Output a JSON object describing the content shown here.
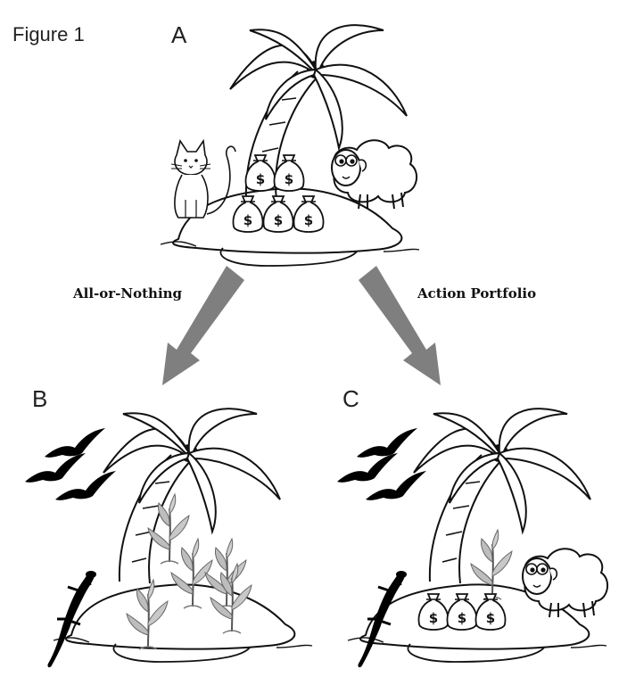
{
  "figure_label": "Figure 1",
  "panels": {
    "a": "A",
    "b": "B",
    "c": "C"
  },
  "arrows": {
    "left": {
      "label": "All-or-Nothing"
    },
    "right": {
      "label": "Action Portfolio"
    }
  },
  "money_bag_symbol": "$",
  "colors": {
    "arrow": "#7f7f7f",
    "ink": "#111111",
    "silhouette": "#000000"
  }
}
